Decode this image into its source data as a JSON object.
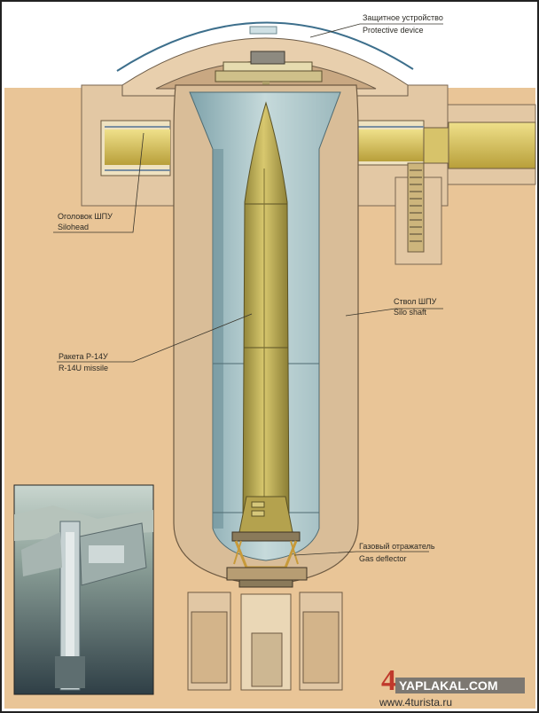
{
  "labels": {
    "protective_ru": "Защитное устройство",
    "protective_en": "Protective device",
    "silohead_ru": "Оголовок ШПУ",
    "silohead_en": "Silohead",
    "shaft_ru": "Ствол ШПУ",
    "shaft_en": "Silo shaft",
    "missile_ru": "Ракета Р-14У",
    "missile_en": "R-14U missile",
    "gas_ru": "Газовый отражатель",
    "gas_en": "Gas deflector"
  },
  "watermark": {
    "logo_numeral": "4",
    "site1": "YAPLAKAL.COM",
    "site2": "www.4turista.ru"
  },
  "colors": {
    "earth": "#e9c597",
    "concrete": "#e2c7a3",
    "shaft_blue": "#b7cfd2",
    "missile": "#c8b65a",
    "tunnel": "#d8c25e",
    "watermark_red": "#c0392b"
  }
}
